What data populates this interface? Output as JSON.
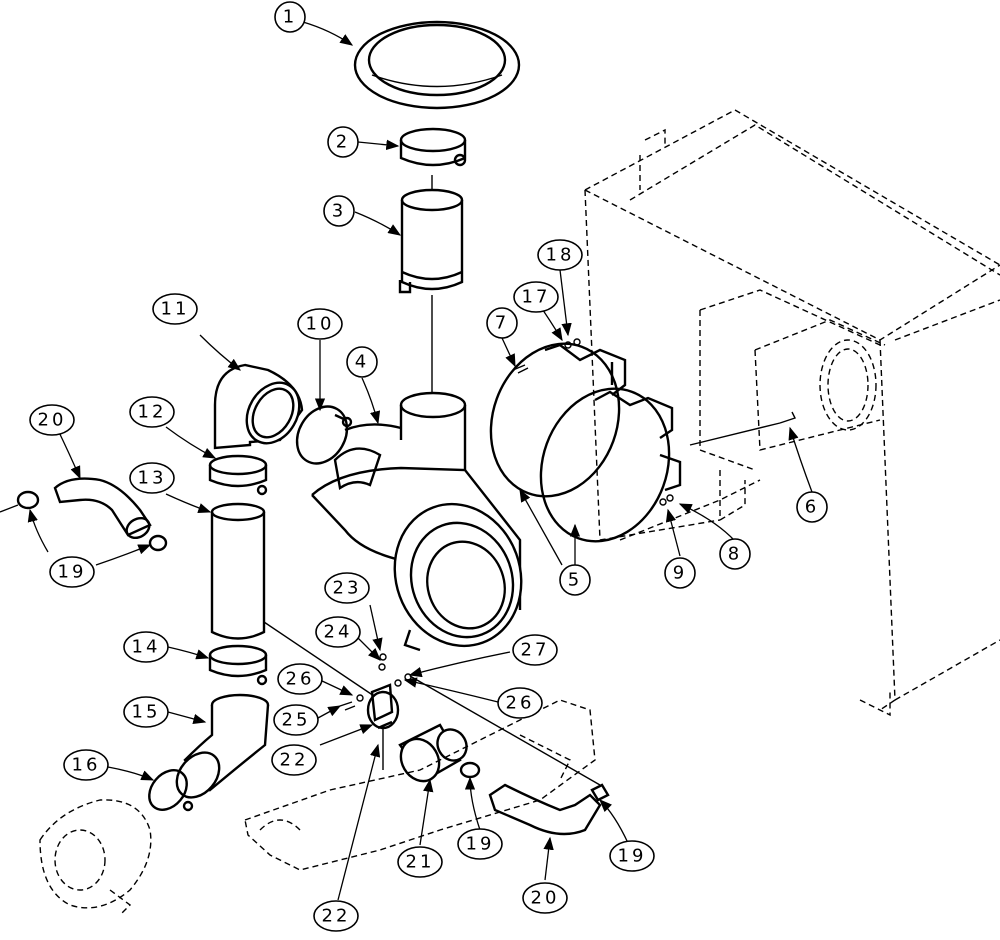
{
  "callouts": {
    "c1": "1",
    "c2": "2",
    "c3": "3",
    "c4": "4",
    "c5": "5",
    "c6": "6",
    "c7": "7",
    "c8": "8",
    "c9": "9",
    "c10": "10",
    "c11": "11",
    "c12": "12",
    "c13": "13",
    "c14": "14",
    "c15": "15",
    "c16": "16",
    "c17": "17",
    "c18": "18",
    "c19a": "19",
    "c19b": "19",
    "c19c": "19",
    "c20a": "20",
    "c20b": "20",
    "c21": "21",
    "c22a": "22",
    "c22b": "22",
    "c23": "23",
    "c24": "24",
    "c25": "25",
    "c26a": "26",
    "c26b": "26",
    "c27": "27"
  }
}
